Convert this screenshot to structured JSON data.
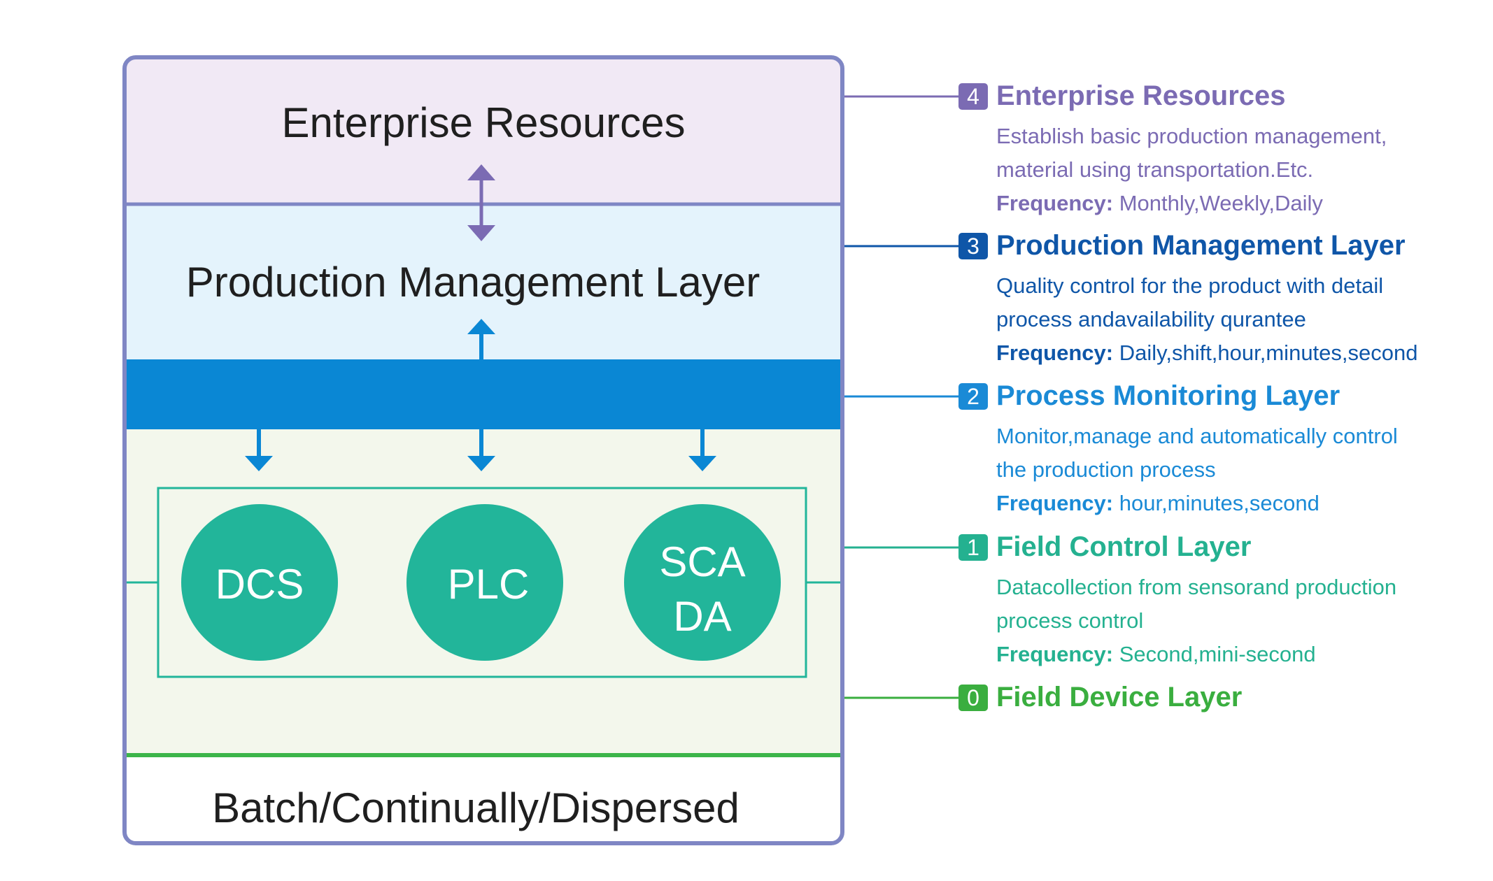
{
  "stack": {
    "enterprise_label": "Enterprise Resources",
    "production_label": "Production Management Layer",
    "bottom_label": "Batch/Continually/Dispersed",
    "devices": [
      {
        "lines": [
          "DCS"
        ]
      },
      {
        "lines": [
          "PLC"
        ]
      },
      {
        "lines": [
          "SCA",
          "DA"
        ]
      }
    ]
  },
  "colors": {
    "frame": "#7f86c4",
    "enterprise_bg": "#f1e9f5",
    "production_bg": "#e4f3fc",
    "monitoring_band": "#0a87d4",
    "field_bg": "#f3f7ec",
    "device_circle": "#22b59a",
    "field_device_line": "#3cb54a"
  },
  "layers": [
    {
      "number": "4",
      "title": "Enterprise Resources",
      "lines": [
        "Establish basic production management,",
        "material using transportation.Etc."
      ],
      "frequency_label": "Frequency:",
      "frequency": "Monthly,Weekly,Daily",
      "color": "#7b6bb3"
    },
    {
      "number": "3",
      "title": "Production Management Layer",
      "lines": [
        "Quality control for the product with detail",
        "process andavailability qurantee"
      ],
      "frequency_label": "Frequency:",
      "frequency": "Daily,shift,hour,minutes,second",
      "color": "#0f56a8"
    },
    {
      "number": "2",
      "title": "Process Monitoring Layer",
      "lines": [
        "Monitor,manage and automatically control",
        "the production process"
      ],
      "frequency_label": "Frequency:",
      "frequency": "hour,minutes,second",
      "color": "#1a8ad6"
    },
    {
      "number": "1",
      "title": "Field Control Layer",
      "lines": [
        "Datacollection from sensorand production",
        "process control"
      ],
      "frequency_label": "Frequency:",
      "frequency": "Second,mini-second",
      "color": "#24b190"
    },
    {
      "number": "0",
      "title": "Field Device Layer",
      "lines": [],
      "frequency_label": "",
      "frequency": "",
      "color": "#3aae3f"
    }
  ]
}
